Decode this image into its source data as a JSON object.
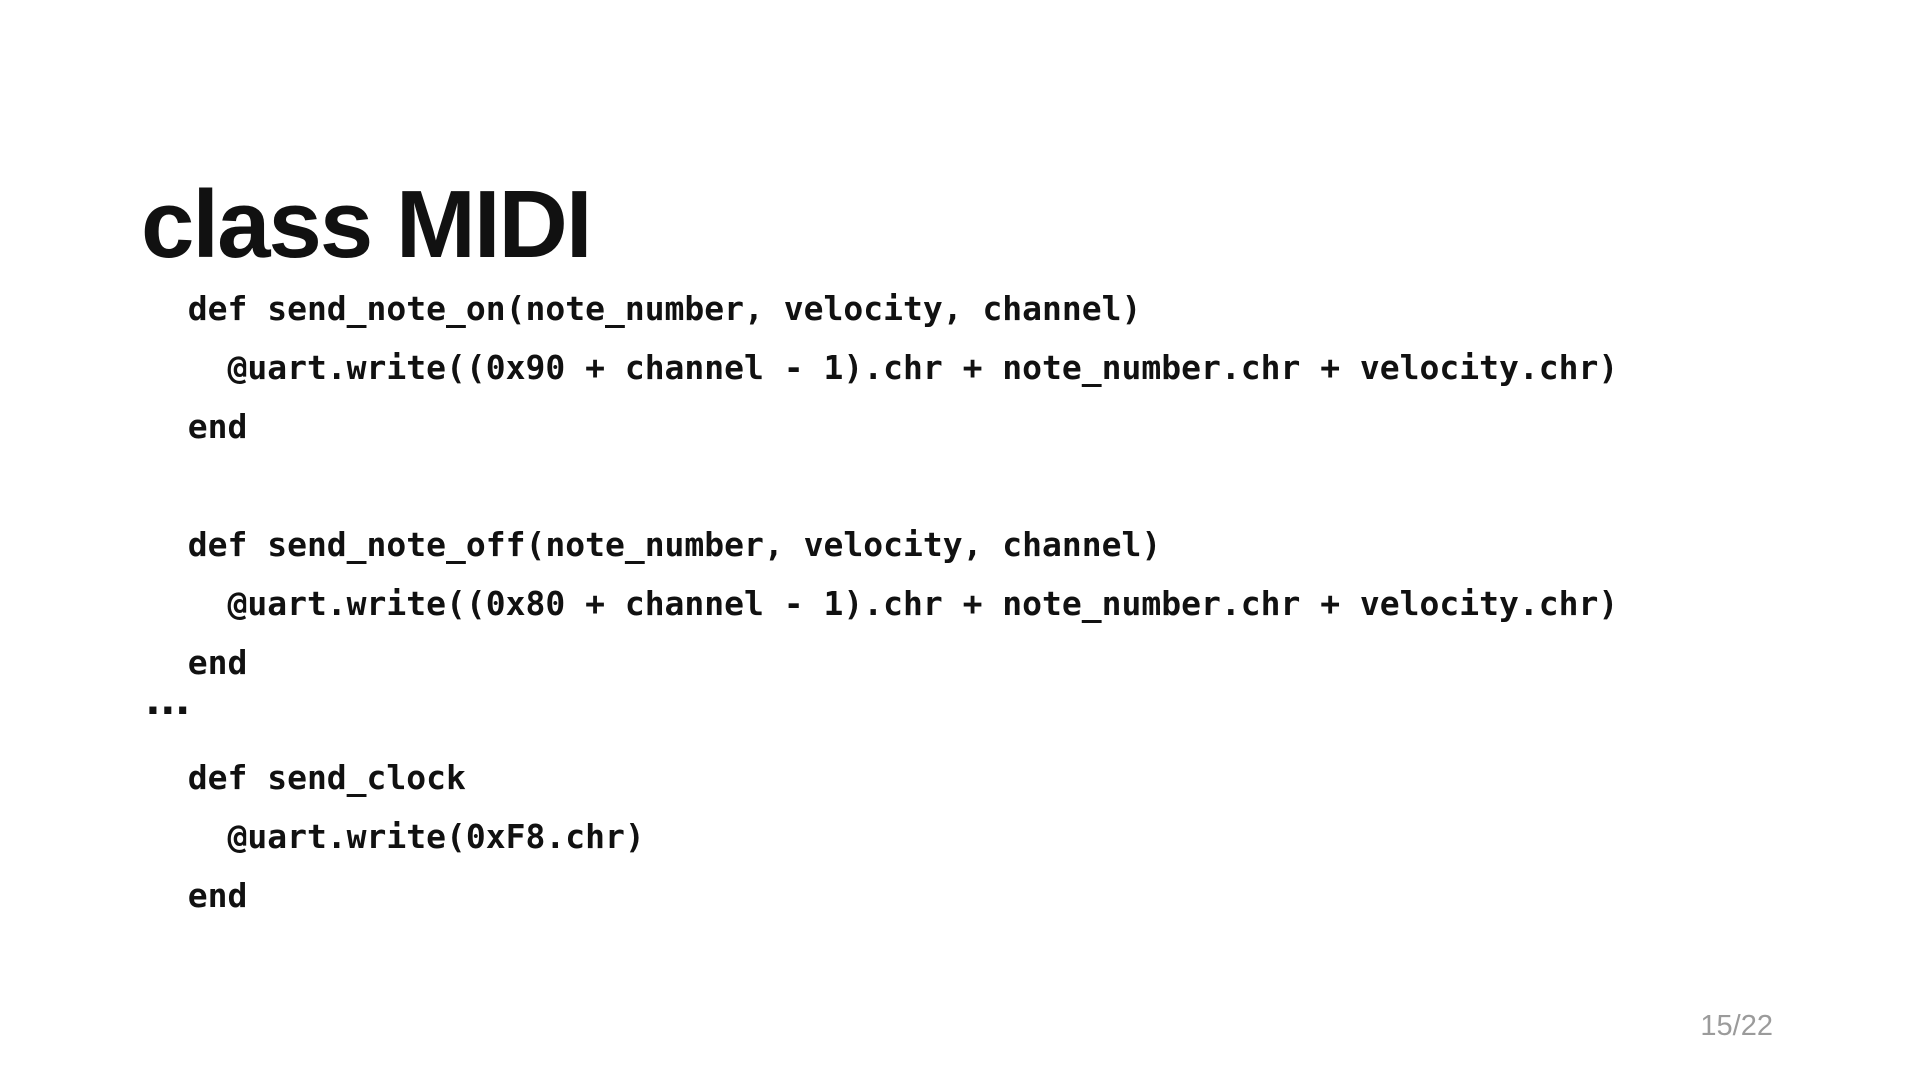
{
  "slide": {
    "title": "class MIDI",
    "code_block_1": "  def send_note_on(note_number, velocity, channel)\n    @uart.write((0x90 + channel - 1).chr + note_number.chr + velocity.chr)\n  end\n\n  def send_note_off(note_number, velocity, channel)\n    @uart.write((0x80 + channel - 1).chr + note_number.chr + velocity.chr)\n  end",
    "ellipsis": "...",
    "code_block_2": "  def send_clock\n    @uart.write(0xF8.chr)\n  end",
    "page_number": "15/22"
  },
  "colors": {
    "background": "#ffffff",
    "text": "#111111",
    "page_number": "#9b9b9b"
  }
}
